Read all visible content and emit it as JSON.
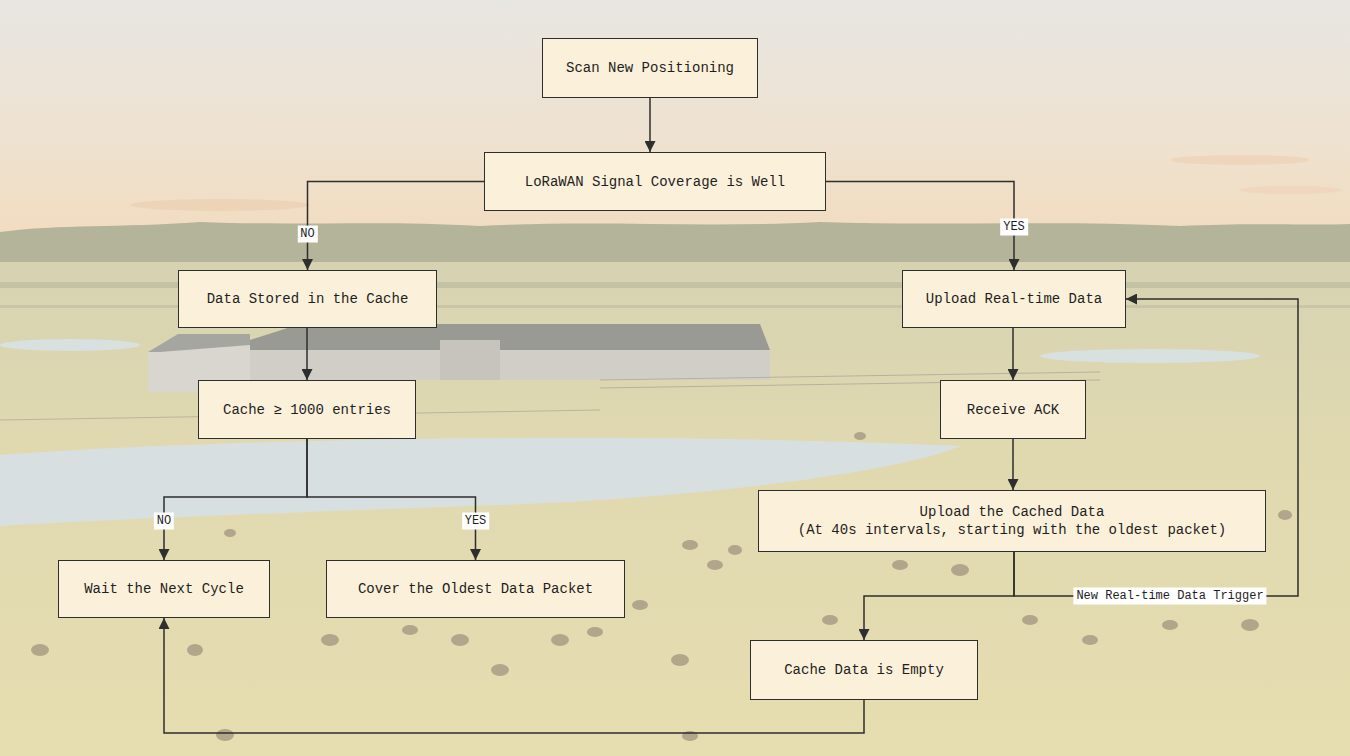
{
  "diagram": {
    "nodes": [
      {
        "text": [
          "Scan New Positioning"
        ]
      },
      {
        "text": [
          "LoRaWAN Signal Coverage is Well"
        ]
      },
      {
        "text": [
          "Data Stored in the Cache"
        ]
      },
      {
        "text": [
          "Cache ≥ 1000 entries"
        ]
      },
      {
        "text": [
          "Wait the Next Cycle"
        ]
      },
      {
        "text": [
          "Cover the Oldest Data Packet"
        ]
      },
      {
        "text": [
          "Upload Real-time Data"
        ]
      },
      {
        "text": [
          "Receive ACK"
        ]
      },
      {
        "text": [
          "Upload the Cached Data",
          "(At 40s intervals, starting with the oldest packet)"
        ]
      },
      {
        "text": [
          "Cache Data is Empty"
        ]
      }
    ],
    "edges": [
      {
        "from": 0,
        "to": 1,
        "arrow": "to"
      },
      {
        "from": 1,
        "to": 2,
        "label": "NO",
        "arrow": "to"
      },
      {
        "from": 1,
        "to": 6,
        "label": "YES",
        "arrow": "to"
      },
      {
        "from": 2,
        "to": 3,
        "arrow": "to"
      },
      {
        "from": 3,
        "to": 4,
        "label": "NO",
        "arrow": "to"
      },
      {
        "from": 3,
        "to": 5,
        "label": "YES",
        "arrow": "to"
      },
      {
        "from": 6,
        "to": 7,
        "arrow": "to"
      },
      {
        "from": 7,
        "to": 8,
        "arrow": "to"
      },
      {
        "from": 8,
        "to": 9,
        "arrow": "to"
      },
      {
        "from": 8,
        "to": 6,
        "label": "New Real-time Data Trigger",
        "arrow": "to"
      },
      {
        "from": 9,
        "to": 4,
        "arrow": "to"
      }
    ]
  }
}
